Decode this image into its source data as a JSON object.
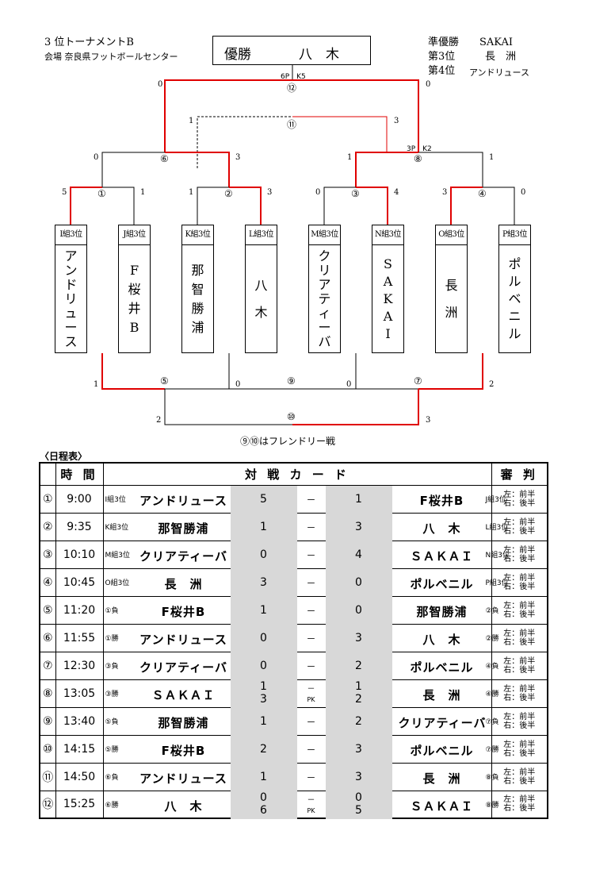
{
  "header": {
    "title": "3 位トーナメントB",
    "venue": "会場 奈良県フットボールセンター",
    "champion_label": "優勝",
    "champion_team": "八　木",
    "results": [
      {
        "rank": "準優勝",
        "team": "SAKAI"
      },
      {
        "rank": "第3位",
        "team": "長　洲"
      },
      {
        "rank": "第4位",
        "team": "アンドリュース"
      }
    ]
  },
  "bracket": {
    "nodes": [
      "①",
      "②",
      "③",
      "④",
      "⑤",
      "⑥",
      "⑦",
      "⑧",
      "⑨",
      "⑩",
      "⑪",
      "⑫"
    ],
    "pk_final": "6P　K5",
    "pk_semi": "3P　K2",
    "scores": {
      "m12_left": "0",
      "m12_right": "0",
      "m11_left": "1",
      "m11_right": "3",
      "m6_left": "0",
      "m6_right": "3",
      "m8_left": "1",
      "m8_right": "1",
      "m1_left": "5",
      "m1_right": "1",
      "m2_left": "1",
      "m2_right": "3",
      "m3_left": "0",
      "m3_right": "4",
      "m4_left": "3",
      "m4_right": "0",
      "m5_left": "1",
      "m9_left": "0",
      "m9_right": "0",
      "m7_right": "2",
      "m10_left": "2",
      "m10_right": "3"
    },
    "teams": [
      {
        "group": "I組3位",
        "name": [
          "ア",
          "ン",
          "ド",
          "リ",
          "ュ",
          "ー",
          "ス"
        ]
      },
      {
        "group": "J組3位",
        "name": [
          "F",
          "桜",
          "井",
          "B"
        ]
      },
      {
        "group": "K組3位",
        "name": [
          "那",
          "智",
          "勝",
          "浦"
        ]
      },
      {
        "group": "L組3位",
        "name": [
          "八",
          "木"
        ]
      },
      {
        "group": "M組3位",
        "name": [
          "ク",
          "リ",
          "ア",
          "テ",
          "ィ",
          "ー",
          "バ"
        ]
      },
      {
        "group": "N組3位",
        "name": [
          "S",
          "A",
          "K",
          "A",
          "I"
        ]
      },
      {
        "group": "O組3位",
        "name": [
          "長",
          "洲"
        ]
      },
      {
        "group": "P組3位",
        "name": [
          "ポ",
          "ル",
          "ベ",
          "ニ",
          "ル"
        ]
      }
    ],
    "friendly_note": "⑨⑩はフレンドリー戦"
  },
  "schedule": {
    "title": "〈日程表〉",
    "headers": {
      "time": "時 間",
      "card": "対 戦 カ ー ド",
      "referee": "審 判"
    },
    "ref_left": "左：前半",
    "ref_right": "右：後半",
    "dash": "－",
    "pk": "PK",
    "rows": [
      {
        "no": "①",
        "time": "9:00",
        "home_lbl": "I組3位",
        "home": "アンドリュース",
        "hs": [
          "5"
        ],
        "as": [
          "1"
        ],
        "away": "F桜井B",
        "away_lbl": "J組3位"
      },
      {
        "no": "②",
        "time": "9:35",
        "home_lbl": "K組3位",
        "home": "那智勝浦",
        "hs": [
          "1"
        ],
        "as": [
          "3"
        ],
        "away": "八　木",
        "away_lbl": "L組3位"
      },
      {
        "no": "③",
        "time": "10:10",
        "home_lbl": "M組3位",
        "home": "クリアティーバ",
        "hs": [
          "0"
        ],
        "as": [
          "4"
        ],
        "away": "ＳＡＫＡＩ",
        "away_lbl": "N組3位"
      },
      {
        "no": "④",
        "time": "10:45",
        "home_lbl": "O組3位",
        "home": "長　洲",
        "hs": [
          "3"
        ],
        "as": [
          "0"
        ],
        "away": "ポルベニル",
        "away_lbl": "P組3位"
      },
      {
        "no": "⑤",
        "time": "11:20",
        "home_lbl": "①負",
        "home": "F桜井B",
        "hs": [
          "1"
        ],
        "as": [
          "0"
        ],
        "away": "那智勝浦",
        "away_lbl": "②負"
      },
      {
        "no": "⑥",
        "time": "11:55",
        "home_lbl": "①勝",
        "home": "アンドリュース",
        "hs": [
          "0"
        ],
        "as": [
          "3"
        ],
        "away": "八　木",
        "away_lbl": "②勝"
      },
      {
        "no": "⑦",
        "time": "12:30",
        "home_lbl": "③負",
        "home": "クリアティーバ",
        "hs": [
          "0"
        ],
        "as": [
          "2"
        ],
        "away": "ポルベニル",
        "away_lbl": "④負"
      },
      {
        "no": "⑧",
        "time": "13:05",
        "home_lbl": "③勝",
        "home": "ＳＡＫＡＩ",
        "hs": [
          "1",
          "3"
        ],
        "as": [
          "1",
          "2"
        ],
        "away": "長　洲",
        "away_lbl": "④勝",
        "pk": true
      },
      {
        "no": "⑨",
        "time": "13:40",
        "home_lbl": "⑤負",
        "home": "那智勝浦",
        "hs": [
          "1"
        ],
        "as": [
          "2"
        ],
        "away": "クリアティーバ",
        "away_lbl": "⑦負"
      },
      {
        "no": "⑩",
        "time": "14:15",
        "home_lbl": "⑤勝",
        "home": "F桜井B",
        "hs": [
          "2"
        ],
        "as": [
          "3"
        ],
        "away": "ポルベニル",
        "away_lbl": "⑦勝"
      },
      {
        "no": "⑪",
        "time": "14:50",
        "home_lbl": "⑥負",
        "home": "アンドリュース",
        "hs": [
          "1"
        ],
        "as": [
          "3"
        ],
        "away": "長　洲",
        "away_lbl": "⑧負"
      },
      {
        "no": "⑫",
        "time": "15:25",
        "home_lbl": "⑥勝",
        "home": "八　木",
        "hs": [
          "0",
          "6"
        ],
        "as": [
          "0",
          "5"
        ],
        "away": "ＳＡＫＡＩ",
        "away_lbl": "⑧勝",
        "pk": true
      }
    ]
  },
  "colors": {
    "win_line": "#e00000",
    "line": "#000000",
    "score_bg": "#d8d8d8"
  }
}
